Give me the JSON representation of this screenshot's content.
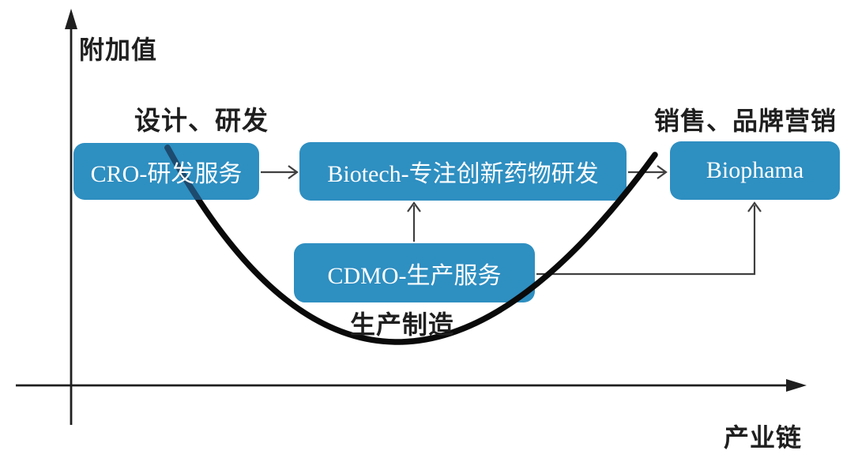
{
  "diagram": {
    "type": "smile-curve-flow-diagram",
    "y_axis_label": "附加值",
    "x_axis_label": "产业链",
    "stage_labels": {
      "top_left": "设计、研发",
      "top_right": "销售、品牌营销",
      "bottom": "生产制造"
    },
    "boxes": [
      {
        "id": "cro",
        "label": "CRO-研发服务"
      },
      {
        "id": "biotech",
        "label": "Biotech-专注创新药物研发"
      },
      {
        "id": "cdmo",
        "label": "CDMO-生产服务"
      },
      {
        "id": "biopharma",
        "label": "Biophama"
      }
    ],
    "connections": [
      {
        "from": "CRO-研发服务",
        "to": "Biotech-专注创新药物研发"
      },
      {
        "from": "CDMO-生产服务",
        "to": "Biotech-专注创新药物研发"
      },
      {
        "from": "Biotech-专注创新药物研发",
        "to": "Biophama"
      },
      {
        "from": "CDMO-生产服务",
        "to": "Biophama"
      }
    ],
    "colors": {
      "background": "#FFFFFF",
      "box_fill": "#2E8FC1",
      "box_text": "#FFFFFF",
      "curve": "#0A0A0A",
      "curve_over_box": "#1D4B6F",
      "connector": "#3F3F3F",
      "axis": "#1F1F1F",
      "label_text": "#1F1F1F"
    }
  }
}
